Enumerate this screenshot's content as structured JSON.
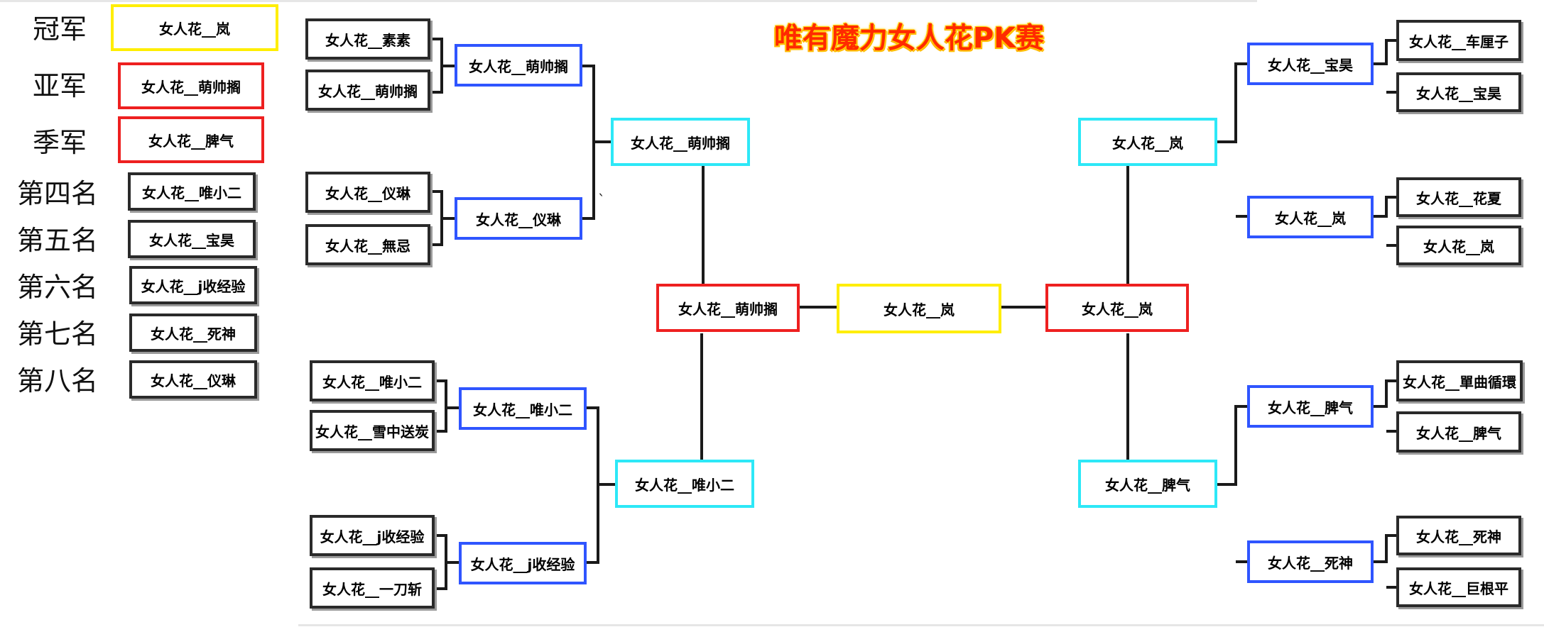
{
  "title": "唯有魔力女人花PK赛",
  "colors": {
    "yellow": "#ffee00",
    "red": "#ee2020",
    "cyan": "#2de8f7",
    "blue": "#2f55ff",
    "black": "#2a2a2a"
  },
  "rankings": [
    {
      "label": "冠军",
      "name": "女人花__岚"
    },
    {
      "label": "亚军",
      "name": "女人花__萌帅搁"
    },
    {
      "label": "季军",
      "name": "女人花__脾气"
    },
    {
      "label": "第四名",
      "name": "女人花__唯小二"
    },
    {
      "label": "第五名",
      "name": "女人花__宝昊"
    },
    {
      "label": "第六名",
      "name": "女人花__j收经验"
    },
    {
      "label": "第七名",
      "name": "女人花__死神"
    },
    {
      "label": "第八名",
      "name": "女人花__仪琳"
    }
  ],
  "left_bracket": {
    "round1": [
      "女人花__素素",
      "女人花__萌帅搁",
      "女人花__仪琳",
      "女人花__無忌",
      "女人花__唯小二",
      "女人花__雪中送炭",
      "女人花__j收经验",
      "女人花__一刀斩"
    ],
    "round2": [
      "女人花__萌帅搁",
      "女人花__仪琳",
      "女人花__唯小二",
      "女人花__j收经验"
    ],
    "semis": [
      "女人花__萌帅搁",
      "女人花__唯小二"
    ],
    "finalist": "女人花__萌帅搁"
  },
  "champion": "女人花__岚",
  "right_bracket": {
    "round1": [
      "女人花__车厘子",
      "女人花__宝昊",
      "女人花__花夏",
      "女人花__岚",
      "女人花__單曲循環",
      "女人花__脾气",
      "女人花__死神",
      "女人花__巨根平"
    ],
    "round2": [
      "女人花__宝昊",
      "女人花__岚",
      "女人花__脾气",
      "女人花__死神"
    ],
    "semis": [
      "女人花__岚",
      "女人花__脾气"
    ],
    "finalist": "女人花__岚"
  },
  "stray_mark": "`"
}
